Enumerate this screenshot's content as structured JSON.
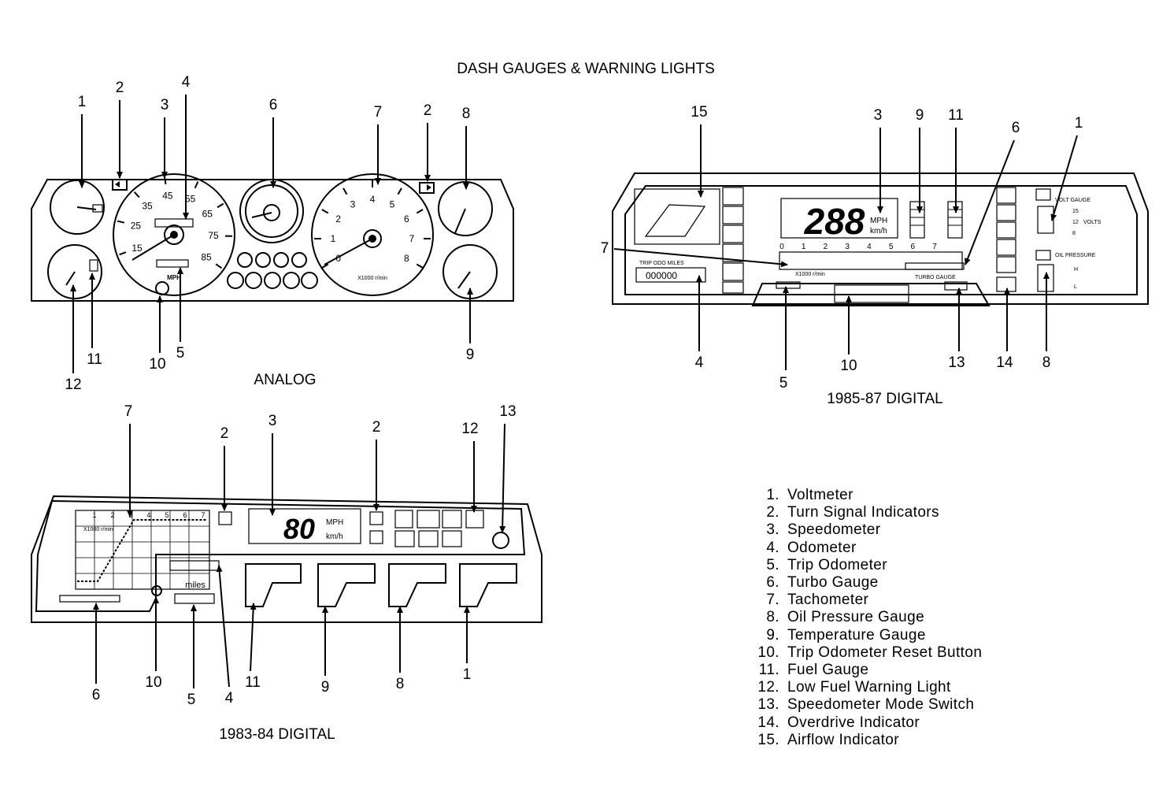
{
  "title": "DASH GAUGES & WARNING LIGHTS",
  "panels": {
    "analog": {
      "caption": "ANALOG",
      "callouts": [
        "1",
        "2",
        "3",
        "4",
        "6",
        "7",
        "2",
        "8",
        "12",
        "11",
        "10",
        "5",
        "9"
      ],
      "speedo_ticks": [
        "15",
        "25",
        "35",
        "45",
        "55",
        "65",
        "75",
        "85"
      ],
      "speedo_unit": "MPH",
      "tach_ticks": [
        "0",
        "1",
        "2",
        "3",
        "4",
        "5",
        "6",
        "7",
        "8"
      ],
      "tach_unit": "X1000 r/min"
    },
    "digital_8587": {
      "caption": "1985-87 DIGITAL",
      "callouts": [
        "15",
        "3",
        "9",
        "11",
        "6",
        "1",
        "7",
        "4",
        "5",
        "10",
        "13",
        "14",
        "8"
      ],
      "speed_readout": "288",
      "speed_units": [
        "MPH",
        "km/h"
      ],
      "tach_scale": [
        "0",
        "1",
        "2",
        "3",
        "4",
        "5",
        "6",
        "7"
      ],
      "labels": {
        "trip": "TRIP ODO   MILES",
        "odo": "000000",
        "volt": "VOLT GAUGE",
        "volts": "VOLTS",
        "volt_scale": [
          "15",
          "12",
          "8"
        ],
        "oil": "OIL PRESSURE",
        "oil_scale": [
          "H",
          "L"
        ],
        "turbo": "TURBO GAUGE",
        "xrpm": "X1000 r/min"
      }
    },
    "digital_8384": {
      "caption": "1983-84 DIGITAL",
      "callouts": [
        "7",
        "2",
        "3",
        "2",
        "12",
        "13",
        "6",
        "10",
        "5",
        "4",
        "11",
        "9",
        "8",
        "1"
      ],
      "speed_readout": "80",
      "speed_units": [
        "MPH",
        "km/h"
      ],
      "tach_scale": [
        "1",
        "2",
        "3",
        "4",
        "5",
        "6",
        "7"
      ],
      "tach_unit": "X1000 r/min",
      "odo_label": "miles"
    }
  },
  "legend": [
    {
      "num": "1.",
      "text": "Voltmeter"
    },
    {
      "num": "2.",
      "text": "Turn Signal Indicators"
    },
    {
      "num": "3.",
      "text": "Speedometer"
    },
    {
      "num": "4.",
      "text": "Odometer"
    },
    {
      "num": "5.",
      "text": "Trip Odometer"
    },
    {
      "num": "6.",
      "text": "Turbo Gauge"
    },
    {
      "num": "7.",
      "text": "Tachometer"
    },
    {
      "num": "8.",
      "text": "Oil Pressure Gauge"
    },
    {
      "num": "9.",
      "text": "Temperature Gauge"
    },
    {
      "num": "10.",
      "text": "Trip Odometer Reset Button"
    },
    {
      "num": "11.",
      "text": "Fuel Gauge"
    },
    {
      "num": "12.",
      "text": "Low Fuel Warning Light"
    },
    {
      "num": "13.",
      "text": "Speedometer Mode Switch"
    },
    {
      "num": "14.",
      "text": "Overdrive Indicator"
    },
    {
      "num": "15.",
      "text": "Airflow Indicator"
    }
  ]
}
